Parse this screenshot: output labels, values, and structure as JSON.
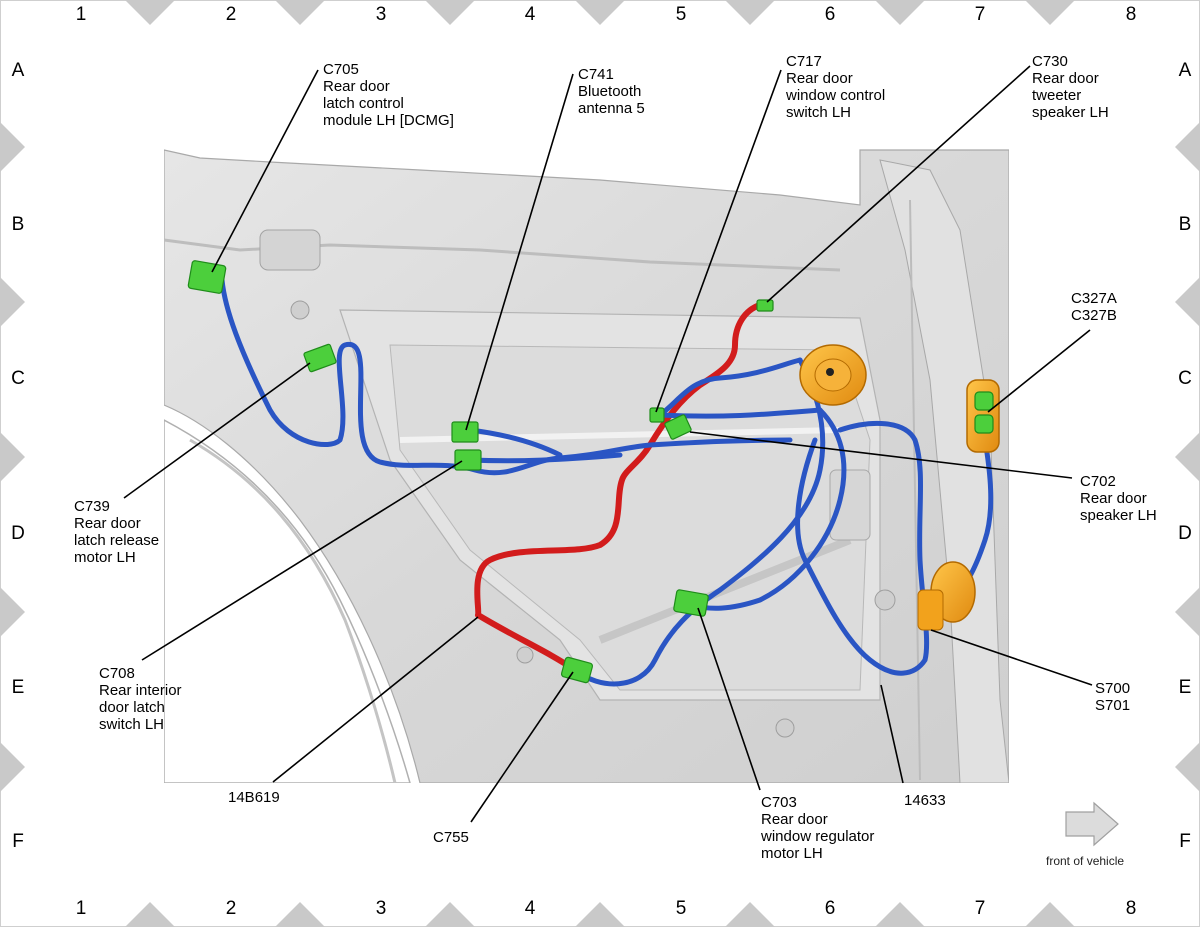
{
  "grid": {
    "columns": [
      "1",
      "2",
      "3",
      "4",
      "5",
      "6",
      "7",
      "8"
    ],
    "rows": [
      "A",
      "B",
      "C",
      "D",
      "E",
      "F"
    ]
  },
  "components": {
    "c705": {
      "id": "C705",
      "lines": [
        "Rear door",
        "latch control",
        "module LH [DCMG]"
      ]
    },
    "c741": {
      "id": "C741",
      "lines": [
        "Bluetooth",
        "antenna 5"
      ]
    },
    "c717": {
      "id": "C717",
      "lines": [
        "Rear door",
        "window control",
        "switch LH"
      ]
    },
    "c730": {
      "id": "C730",
      "lines": [
        "Rear door",
        "tweeter",
        "speaker LH"
      ]
    },
    "c327": {
      "lines": [
        "C327A",
        "C327B"
      ]
    },
    "c739": {
      "id": "C739",
      "lines": [
        "Rear door",
        "latch release",
        "motor LH"
      ]
    },
    "c702": {
      "id": "C702",
      "lines": [
        "Rear door",
        "speaker LH"
      ]
    },
    "c708": {
      "id": "C708",
      "lines": [
        "Rear interior",
        "door latch",
        "switch LH"
      ]
    },
    "s700": {
      "lines": [
        "S700",
        "S701"
      ]
    },
    "h14b619": {
      "id": "14B619"
    },
    "c755": {
      "id": "C755"
    },
    "c703": {
      "id": "C703",
      "lines": [
        "Rear door",
        "window regulator",
        "motor LH"
      ]
    },
    "h14633": {
      "id": "14633"
    }
  },
  "legend": {
    "front_of_vehicle": "front of vehicle"
  },
  "colors": {
    "harness_blue": "#2a55c4",
    "harness_red": "#d21c1c",
    "connector_green": "#4ccf3c",
    "speaker_orange": "#f2a21c",
    "panel_gray": "#d9d9d9"
  }
}
